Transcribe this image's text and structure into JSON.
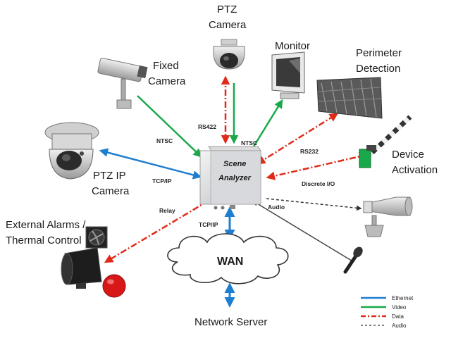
{
  "colors": {
    "ethernet": "#1e7fd0",
    "video": "#19a84a",
    "data": "#e02a1a",
    "audio": "#333333"
  },
  "center": {
    "line1": "Scene",
    "line2": "Analyzer"
  },
  "devices": {
    "ptz_camera": {
      "line1": "PTZ",
      "line2": "Camera"
    },
    "fixed_camera": {
      "line1": "Fixed",
      "line2": "Camera"
    },
    "monitor": {
      "line1": "Monitor"
    },
    "perimeter": {
      "line1": "Perimeter",
      "line2": "Detection"
    },
    "ptz_ip_camera": {
      "line1": "PTZ IP",
      "line2": "Camera"
    },
    "device_activation": {
      "line1": "Device",
      "line2": "Activation"
    },
    "alarms": {
      "line1": "External  Alarms /",
      "line2": "Thermal Control"
    },
    "wan": {
      "label": "WAN"
    },
    "network_server": {
      "label": "Network Server"
    }
  },
  "links": {
    "rs422": "RS422",
    "ntsc_fixed": "NTSC",
    "ntsc_monitor": "NTSC",
    "rs232": "RS232",
    "tcpip_camera": "TCP/IP",
    "discrete_io": "Discrete I/O",
    "audio": "Audio",
    "relay": "Relay",
    "tcpip_wan": "TCP/IP"
  },
  "legend": [
    {
      "label": "Ethernet",
      "color_key": "ethernet",
      "style": "solid"
    },
    {
      "label": "Video",
      "color_key": "video",
      "style": "solid"
    },
    {
      "label": "Data",
      "color_key": "data",
      "style": "dashdot"
    },
    {
      "label": "Audio",
      "color_key": "audio",
      "style": "dashed"
    }
  ]
}
